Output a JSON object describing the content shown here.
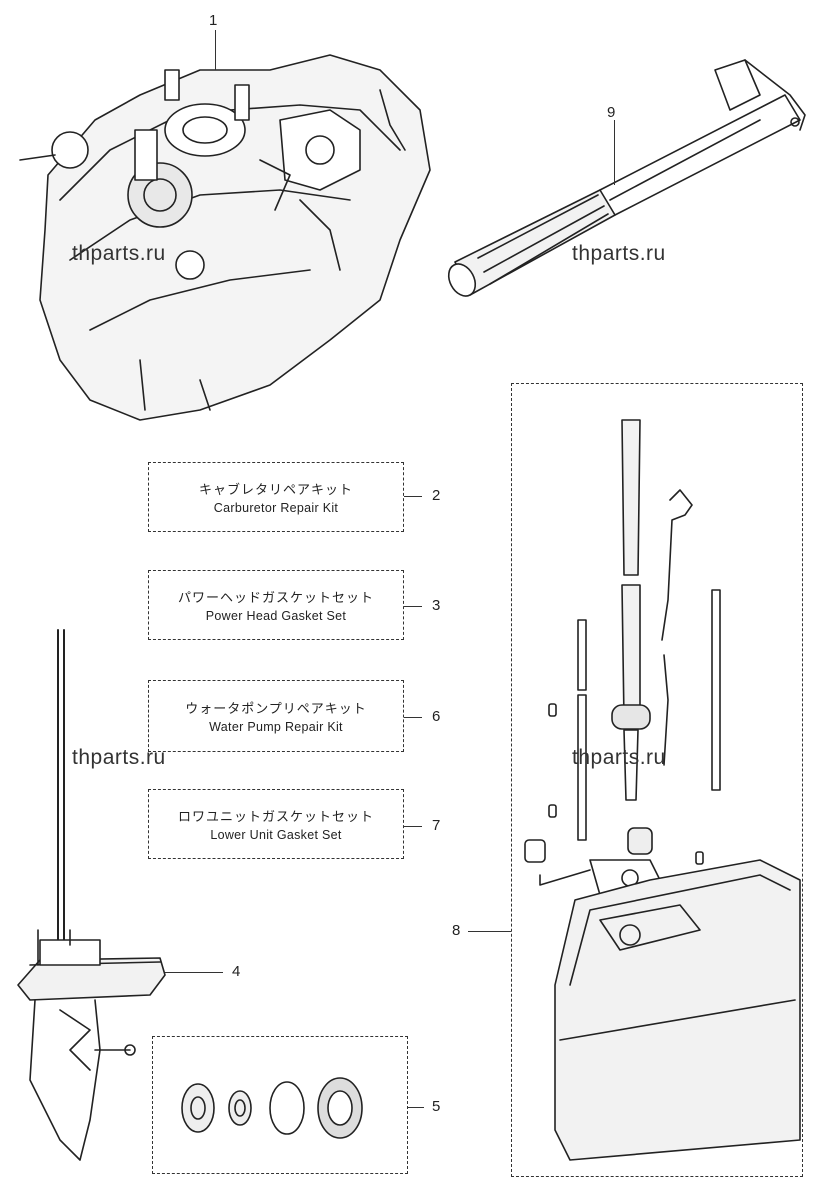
{
  "watermark": "thparts.ru",
  "parts": [
    {
      "num": "1"
    },
    {
      "num": "2",
      "jp": "キャブレタリペアキット",
      "en": "Carburetor Repair Kit"
    },
    {
      "num": "3",
      "jp": "パワーヘッドガスケットセット",
      "en": "Power Head Gasket Set"
    },
    {
      "num": "4"
    },
    {
      "num": "5"
    },
    {
      "num": "6",
      "jp": "ウォータポンプリペアキット",
      "en": "Water Pump Repair Kit"
    },
    {
      "num": "7",
      "jp": "ロワユニットガスケットセット",
      "en": "Lower Unit Gasket Set"
    },
    {
      "num": "8"
    },
    {
      "num": "9"
    }
  ]
}
